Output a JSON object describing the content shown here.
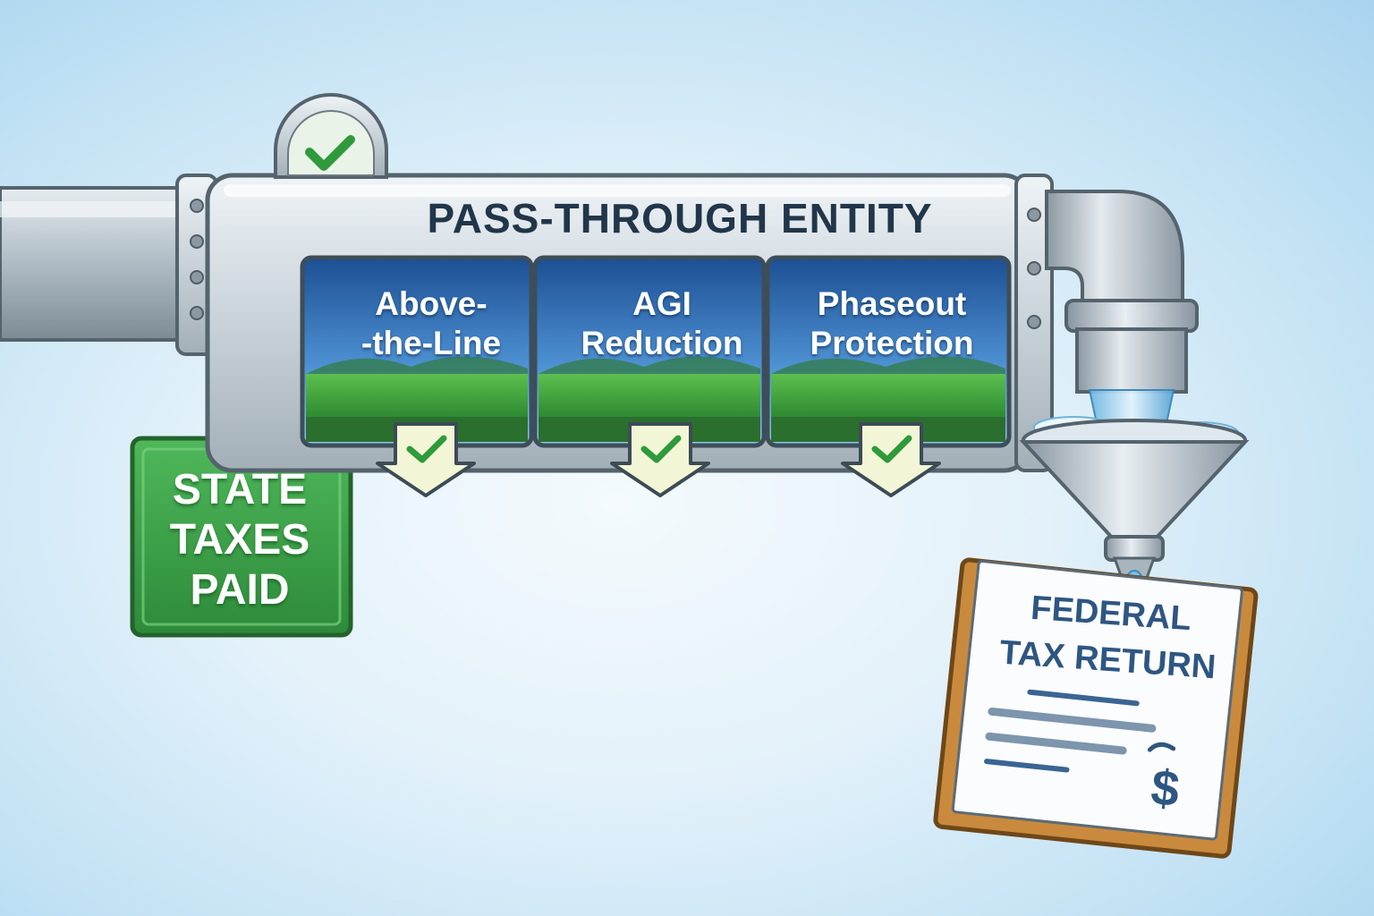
{
  "diagram": {
    "title": "PASS-THROUGH ENTITY",
    "panels": [
      {
        "label": "Above-\n-the-Line"
      },
      {
        "label": "AGI\nReduction"
      },
      {
        "label": "Phaseout\nProtection"
      }
    ],
    "source": {
      "label": "STATE\nTAXES\nPAID"
    },
    "destination": {
      "label": "FEDERAL\nTAX RETURN",
      "symbol": "$"
    }
  },
  "colors": {
    "pipe": "#b8c4cc",
    "accent_green": "#3aa44a",
    "panel_sky": "#2f6fb5",
    "federal_text": "#2e5682",
    "background": "#cfe7f6"
  },
  "icons": [
    "check-icon",
    "down-arrow-check-icon",
    "dollar-icon",
    "water-stream-icon",
    "funnel-icon"
  ]
}
